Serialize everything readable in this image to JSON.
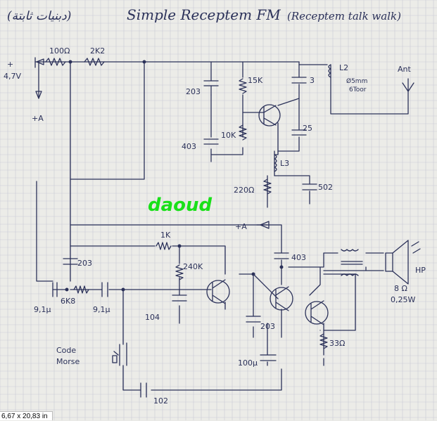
{
  "title": {
    "arabic": "(دبنيات ثابتة)",
    "main": "Simple Receptem FM",
    "sub": "(Receptem talk walk)"
  },
  "watermark": "daoud",
  "supply": {
    "voltage": "4,7V",
    "plus": "+",
    "ground": "+A"
  },
  "labels": {
    "r_100": "100Ω",
    "r_2k2": "2K2",
    "c_203_top": "203",
    "r_15k": "15K",
    "c_3": "3",
    "coil_l2": "L2",
    "coil_spec1": "Ø5mm",
    "coil_spec2": "6Toor",
    "ant": "Ant",
    "r_10k": "10K",
    "c_403_top": "403",
    "c_25": "25",
    "coil_l3": "L3",
    "r_220": "220Ω",
    "c_502": "502",
    "plus_a_mid": "+A",
    "r_1k": "1K",
    "r_240k": "240K",
    "c_403_mid": "403",
    "c_203_left": "203",
    "c_91_left": "9,1μ",
    "r_6k8": "6K8",
    "c_91_mid": "9,1μ",
    "c_104": "104",
    "c_203_bottom": "203",
    "r_33": "33Ω",
    "c_100u": "100μ",
    "key_label1": "Code",
    "key_label2": "Morse",
    "c_102": "102",
    "hp": "HP",
    "hp_spec1": "8 Ω",
    "hp_spec2": "0,25W"
  },
  "status": {
    "dimensions": "6,67 x 20,83 in"
  },
  "colors": {
    "ink": "#2b3159",
    "paper": "#ecece8",
    "grid": "#c9cbd6",
    "watermark": "#19e019"
  }
}
